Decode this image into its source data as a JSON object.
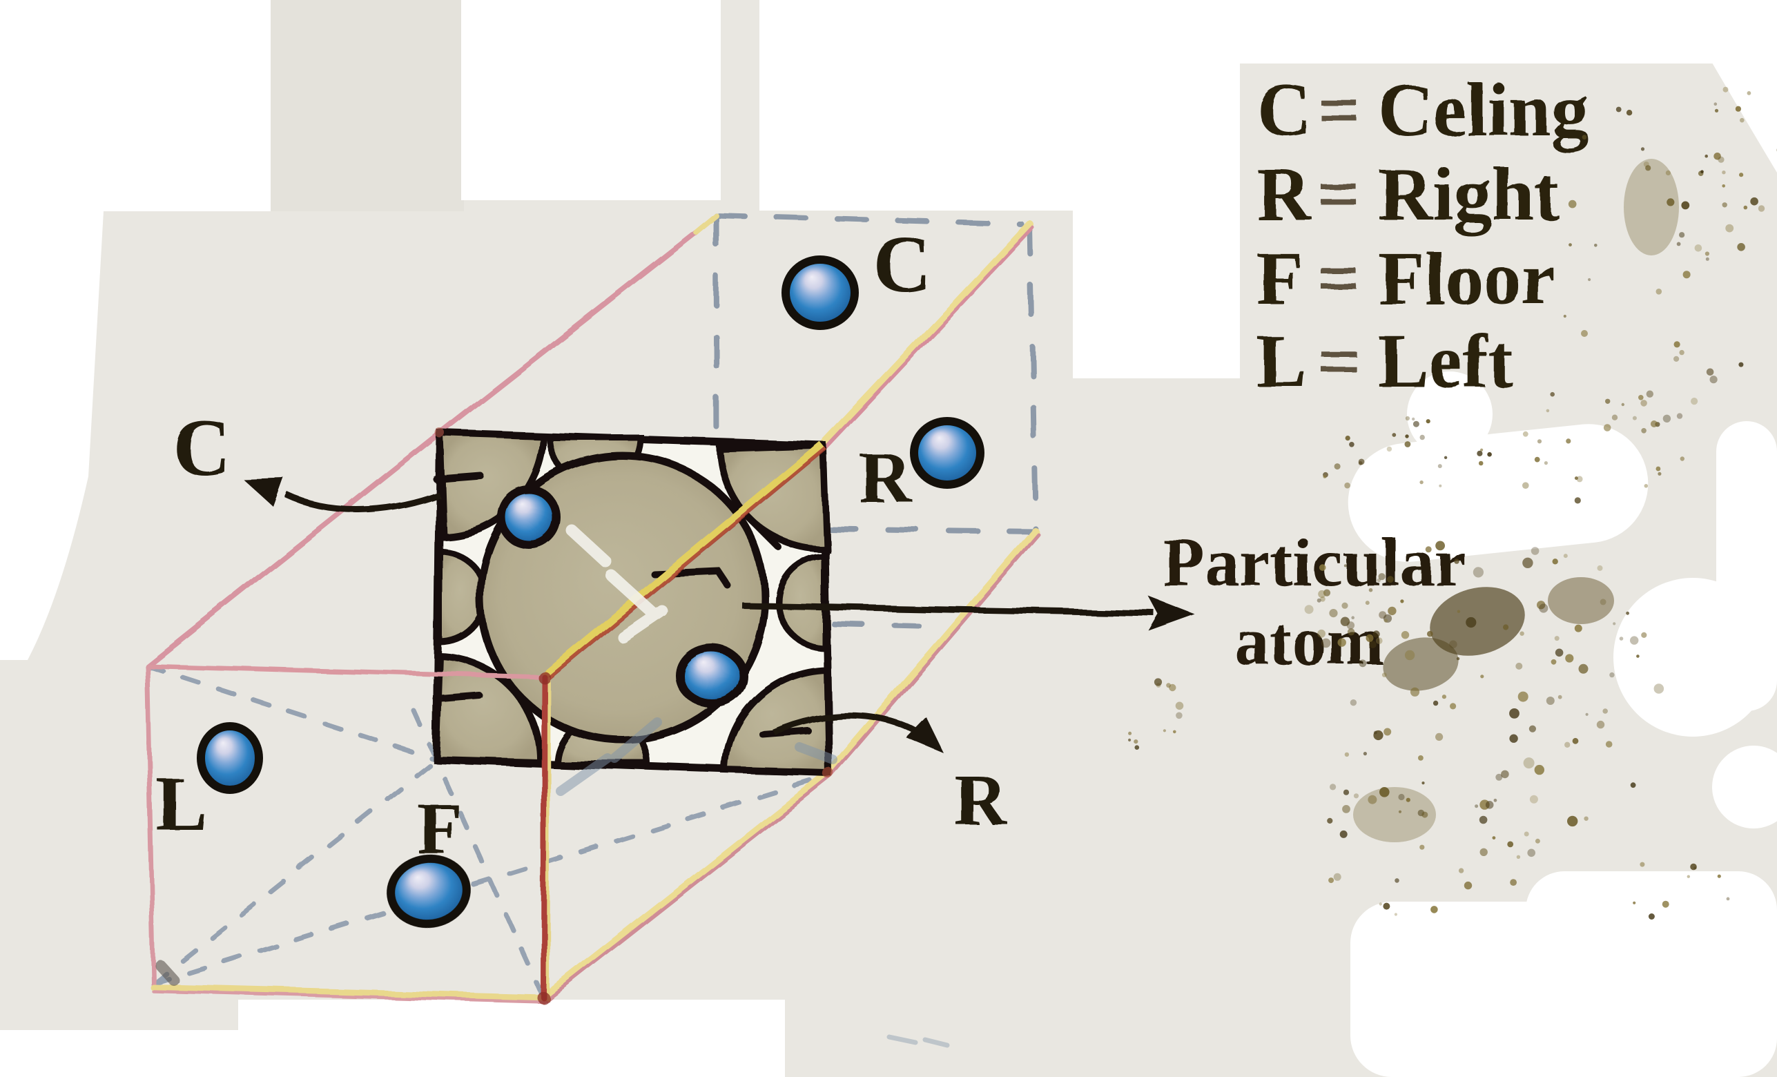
{
  "figure": {
    "kind": "crystal-packing tube diagram (scanned textbook figure)",
    "legend": {
      "items": [
        {
          "symbol": "C",
          "eq": "=",
          "meaning": "Celing"
        },
        {
          "symbol": "R",
          "eq": "=",
          "meaning": "Right"
        },
        {
          "symbol": "F",
          "eq": "=",
          "meaning": "Floor"
        },
        {
          "symbol": "L",
          "eq": "=",
          "meaning": "Left"
        }
      ]
    },
    "labels": {
      "c_arrow": "C",
      "c_ceiling": "C",
      "r_wall": "R",
      "l_wall": "L",
      "f_floor": "F",
      "r_arrow": "R"
    },
    "callout": {
      "line1": "Particular",
      "line2": "atom"
    },
    "atom_sites": [
      "C",
      "R",
      "L",
      "F"
    ],
    "blue_atom_count": 6,
    "colors": {
      "paper": "#e9e7e1",
      "ink": "#1a140c",
      "tan_fill": "#b5ad90",
      "square_interior": "#f6f5ee",
      "atom_blue": "#2f83c4",
      "edge_pink": "#d795a0",
      "edge_yellow": "#e9d98c",
      "edge_red": "#a8402f",
      "hidden_edge_gray": "#8d99a8",
      "stain_brown": "#6a5a26"
    }
  }
}
